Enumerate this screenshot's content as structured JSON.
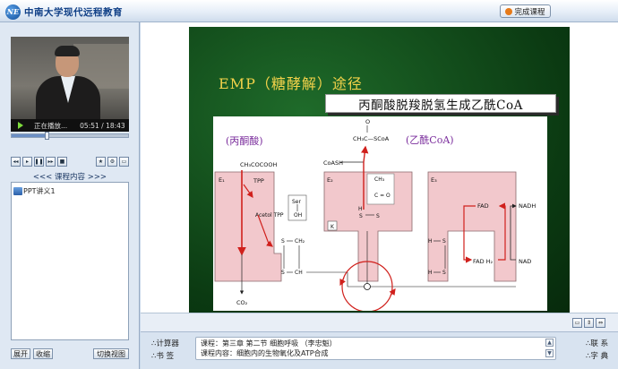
{
  "header": {
    "logo_mark": "NE",
    "logo_text": "中南大学现代远程教育",
    "complete_button": "完成课程"
  },
  "player": {
    "status": "正在播放...",
    "time_current": "05:51",
    "time_total": "18:43",
    "progress": 0.31
  },
  "course_contents": {
    "title": "<<< 课程内容 >>>",
    "items": [
      "PPT讲义1"
    ]
  },
  "left_buttons": {
    "expand": "展开",
    "collapse": "收缩",
    "switch_view": "切换视图"
  },
  "slide": {
    "title": "EMP（糖酵解）途径",
    "subtitle": "丙酮酸脱羧脱氢生成乙酰CoA",
    "diagram": {
      "label_pyruvate": "(丙酮酸)",
      "label_acetyl_coa": "(乙酰CoA)",
      "formula_pyruvate": "CH₃COCOOH",
      "formula_acetyl": "CH₃C—SCoA",
      "coash": "CoASH",
      "co2": "CO₂",
      "e1": "E₁",
      "e2": "E₂",
      "e3": "E₃",
      "tpp": "TPP",
      "acetol_tpp": "Acetol TPP",
      "ser": "Ser",
      "oh": "OH",
      "k": "K",
      "fad": "FAD",
      "fadh2": "FAD H₂",
      "nadh": "NADH",
      "nad": "NAD",
      "o": "O",
      "ch3": "CH₃",
      "c_eq_o": "C = O",
      "s": "S",
      "h": "H",
      "ch2": "CH₂",
      "ch": "CH"
    }
  },
  "bottom": {
    "calculator": "计算器",
    "bookmark": "书  签",
    "contact": "联  系",
    "dictionary": "字  典",
    "course_line": "课程：第三章 第二节 细胞呼吸 （李忠魁）",
    "content_line": "课程内容：细胞内的生物氧化及ATP合成"
  }
}
